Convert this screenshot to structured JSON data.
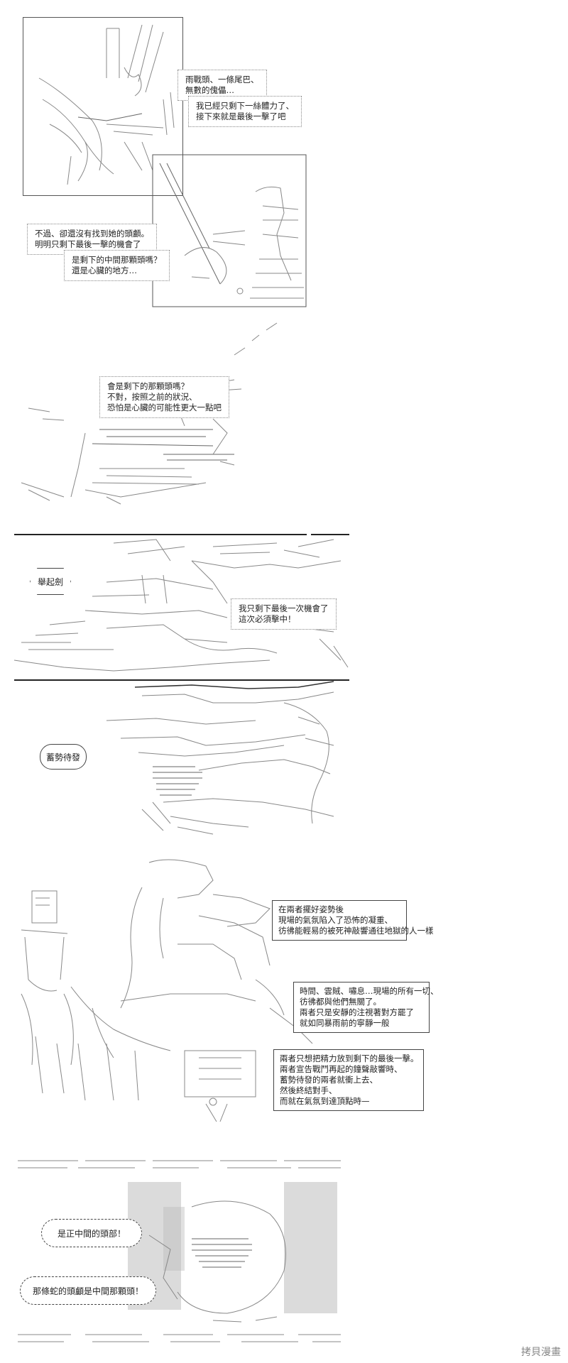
{
  "panel1": {
    "bubble_a": "雨戰頭、一條尾巴、\n無數的傀儡…",
    "bubble_b": "我已經只剩下一絲體力了、\n接下來就是最後一擊了吧",
    "bubble_c": "不過、卻還沒有找到她的頭顱。\n明明只剩下最後一擊的機會了",
    "bubble_d": "是剩下的中間那顆頭嗎？\n還是心臟的地方…"
  },
  "panel2": {
    "bubble": "會是剩下的那顆頭嗎？\n不對，按照之前的狀況、\n恐怕是心臟的可能性更大一點吧"
  },
  "panel3": {
    "sfx": "舉起劍",
    "bubble": "我只剩下最後一次機會了\n這次必須擊中！"
  },
  "panel4": {
    "sfx": "蓄勢待發"
  },
  "panel5": {
    "narration_1": "在兩者擺好姿勢後\n現場的氣氛陷入了恐怖的凝重、\n彷彿能輕易的被死神敲響通往地獄的人一樣",
    "narration_2": "時間、雲賊、嘯息…現場的所有一切、\n彷彿都與他們無關了。\n兩者只是安靜的注視著對方罷了\n就如同暴雨前的寧靜一般",
    "narration_3": "兩者只想把精力放到剩下的最後一擊。\n兩者宣告戰鬥再起的鐘聲敲響時、\n蓄勢待發的兩者就衝上去、\n然後終結對手、\n而就在氣氛到達頂點時—"
  },
  "panel6": {
    "sfx_1": "是正中間的頭部！",
    "sfx_2": "那條蛇的頭顱是中間那顆頭！"
  },
  "watermark": "拷貝漫畫"
}
